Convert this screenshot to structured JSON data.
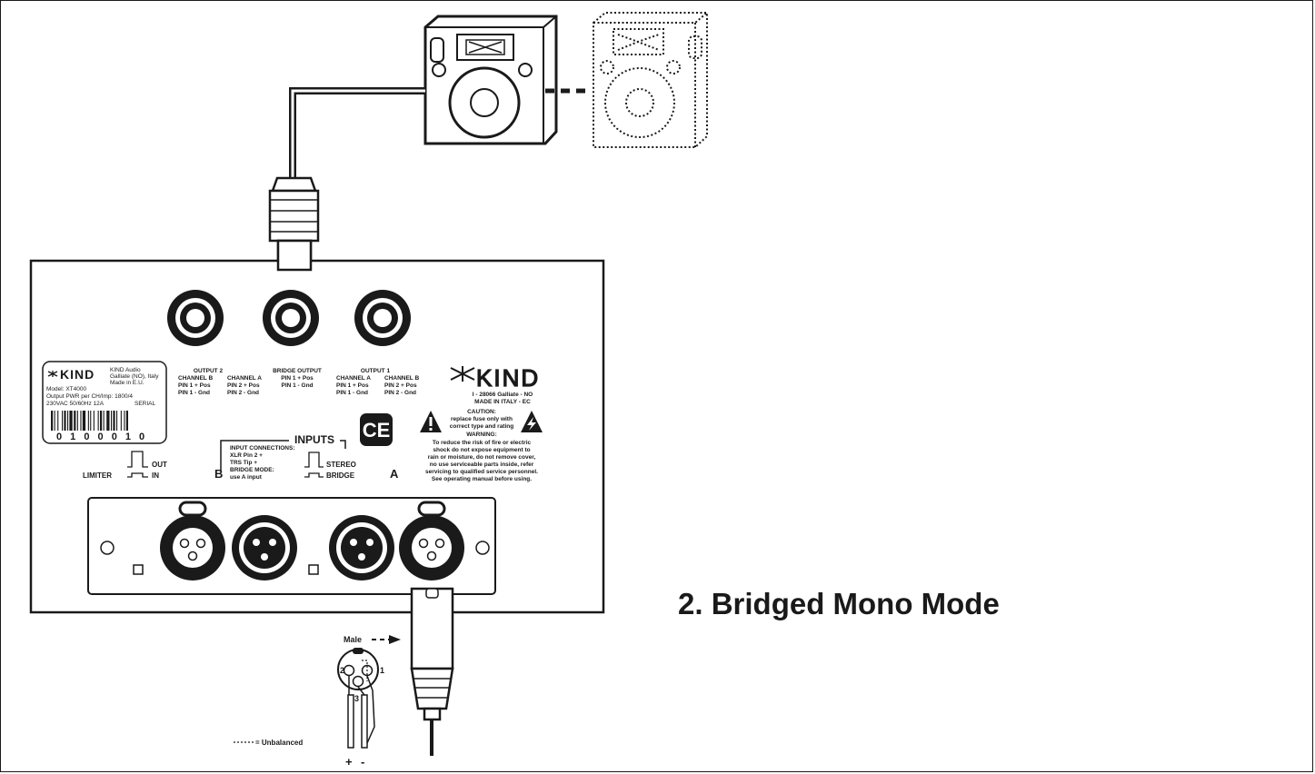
{
  "title": "2. Bridged Mono Mode",
  "label_plate": {
    "brand": "KIND",
    "maker_line1": "KIND Audio",
    "maker_line2": "Galliate (NO), Italy",
    "maker_line3": "Made in E.U.",
    "model": "Model: XT4000",
    "output_pwr": "Output PWR per CH/Imp: 1800/4",
    "voltage": "230VAC 50/60Hz 12A",
    "serial_label": "SERIAL",
    "serial_number": "0 1 0 0 0 1 0"
  },
  "outputs": {
    "output2_title": "OUTPUT 2",
    "output2_left": [
      "CHANNEL B",
      "PIN 1 + Pos",
      "PIN 1 - Gnd"
    ],
    "output2_right": [
      "CHANNEL A",
      "PIN 2 + Pos",
      "PIN 2 - Gnd"
    ],
    "bridge_title": "BRIDGE OUTPUT",
    "bridge_lines": [
      "PIN 1 + Pos",
      "PIN 1 - Gnd"
    ],
    "output1_title": "OUTPUT 1",
    "output1_left": [
      "CHANNEL A",
      "PIN 1 + Pos",
      "PIN 1 - Gnd"
    ],
    "output1_right": [
      "CHANNEL B",
      "PIN 2 + Pos",
      "PIN 2 - Gnd"
    ]
  },
  "right_block": {
    "brand": "KIND",
    "address": "I - 28066 Galliate - NO",
    "made_in": "MADE IN ITALY - EC",
    "caution_title": "CAUTION:",
    "caution_lines": [
      "replace fuse only with",
      "correct type and rating"
    ],
    "warning_title": "WARNING:",
    "warning_lines": [
      "To reduce the risk of fire or electric",
      "shock do not expose equipment to",
      "rain  or moisture, do not remove cover,",
      "no use serviceable parts inside, refer",
      "servicing to qualified service personnel.",
      "See operating manual before using."
    ]
  },
  "ce_mark": "CE",
  "inputs": {
    "title": "INPUTS",
    "connections_lines": [
      "INPUT CONNECTIONS:",
      "XLR Pin 2 +",
      "TRS Tip +",
      "BRIDGE MODE:",
      "use A input"
    ],
    "b_label": "B",
    "a_label": "A",
    "stereo": "STEREO",
    "bridge": "BRIDGE"
  },
  "limiter": {
    "label": "LIMITER",
    "out": "OUT",
    "in": "IN"
  },
  "xlr_detail": {
    "male_label": "Male",
    "pin1": "1",
    "pin2": "2",
    "pin3": "3",
    "plus": "+",
    "minus": "-",
    "unbalanced": "= Unbalanced"
  }
}
